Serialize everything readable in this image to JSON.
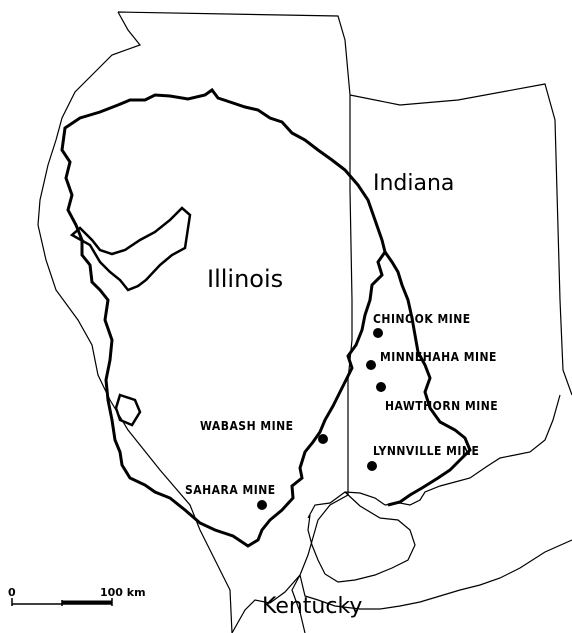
{
  "map": {
    "states": [
      {
        "id": "indiana",
        "label": "Indiana"
      },
      {
        "id": "illinois",
        "label": "Illinois"
      },
      {
        "id": "kentucky",
        "label": "Kentucky"
      }
    ],
    "mines": [
      {
        "id": "chinook",
        "label": "CHINOOK MINE"
      },
      {
        "id": "minnehaha",
        "label": "MINNEHAHA MINE"
      },
      {
        "id": "hawthorn",
        "label": "HAWTHORN MINE"
      },
      {
        "id": "wabash",
        "label": "WABASH MINE"
      },
      {
        "id": "lynnville",
        "label": "LYNNVILLE MINE"
      },
      {
        "id": "sahara",
        "label": "SAHARA MINE"
      }
    ],
    "scale_bar": {
      "start_label": "0",
      "end_label": "100 km"
    },
    "colors": {
      "ink": "#000000",
      "background": "#ffffff"
    }
  }
}
